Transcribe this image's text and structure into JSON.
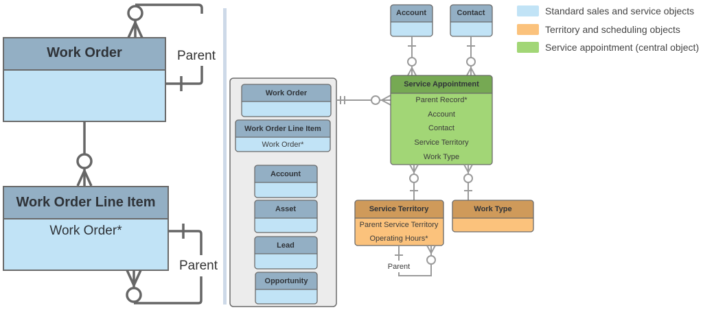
{
  "left_detail": {
    "work_order": {
      "title": "Work Order",
      "fields": []
    },
    "work_order_line_item": {
      "title": "Work Order Line Item",
      "fields": [
        "Work Order*"
      ]
    },
    "parent_label_top": "Parent",
    "parent_label_bottom": "Parent"
  },
  "parent_record_group": {
    "objects": [
      {
        "title": "Work Order",
        "fields": []
      },
      {
        "title": "Work Order Line Item",
        "fields": [
          "Work Order*"
        ]
      },
      {
        "title": "Account",
        "fields": []
      },
      {
        "title": "Asset",
        "fields": []
      },
      {
        "title": "Lead",
        "fields": []
      },
      {
        "title": "Opportunity",
        "fields": []
      }
    ]
  },
  "standard_objects": {
    "account": {
      "title": "Account"
    },
    "contact": {
      "title": "Contact"
    }
  },
  "service_appointment": {
    "title": "Service Appointment",
    "fields": [
      "Parent Record*",
      "Account",
      "Contact",
      "Service Territory",
      "Work Type"
    ]
  },
  "service_territory": {
    "title": "Service Territory",
    "fields": [
      "Parent Service Territory",
      "Operating Hours*"
    ],
    "parent_label": "Parent"
  },
  "work_type": {
    "title": "Work Type",
    "fields": []
  },
  "legend": {
    "items": [
      {
        "label": "Standard sales and service objects",
        "color": "#c1e3f6"
      },
      {
        "label": "Territory and scheduling objects",
        "color": "#fbc27c"
      },
      {
        "label": "Service appointment (central object)",
        "color": "#a2d676"
      }
    ]
  },
  "colors": {
    "standard_header": "#93afc4",
    "standard_body": "#c1e3f6",
    "territory_header": "#cf9a5a",
    "territory_body": "#fbc27c",
    "central_header": "#76a953",
    "central_body": "#a2d676",
    "divider": "#cdd9e8",
    "group_bg": "#ececec"
  }
}
